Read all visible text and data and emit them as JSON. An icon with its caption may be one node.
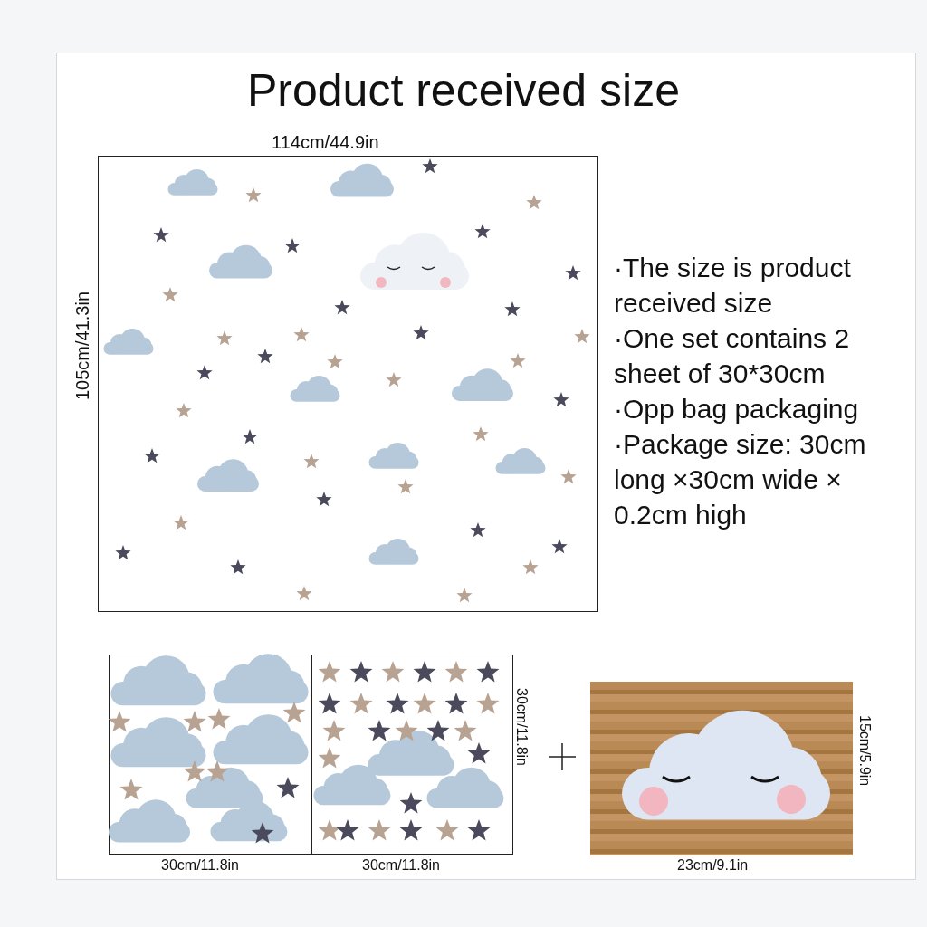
{
  "diagram": {
    "title": "Product received size",
    "labels": [
      "114cm/44.9in",
      "105cm/41.3in",
      "·The size is product received size",
      "·One set contains 2 sheet of 30*30cm",
      "·Opp bag packaging",
      "·Package size: 30cm long ×30cm wide × 0.2cm high",
      "30cm/11.8in",
      "15cm/5.9in",
      "30cm/11.8in",
      "30cm/11.8in",
      "23cm/9.1in"
    ]
  }
}
